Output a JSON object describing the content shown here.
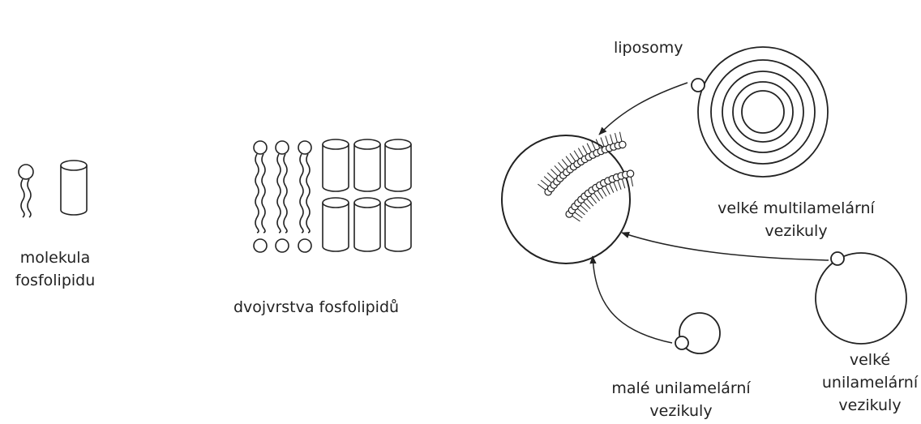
{
  "labels": {
    "molecule_line1": "molekula",
    "molecule_line2": "fosfolipidu",
    "bilayer": "dvojvrstva fosfolipidů",
    "liposomes": "liposomy",
    "large_multi_line1": "velké multilamelární",
    "large_multi_line2": "vezikuly",
    "large_uni_line1": "velké",
    "large_uni_line2": "unilamelární",
    "large_uni_line3": "vezikuly",
    "small_uni_line1": "malé unilamelární",
    "small_uni_line2": "vezikuly"
  }
}
